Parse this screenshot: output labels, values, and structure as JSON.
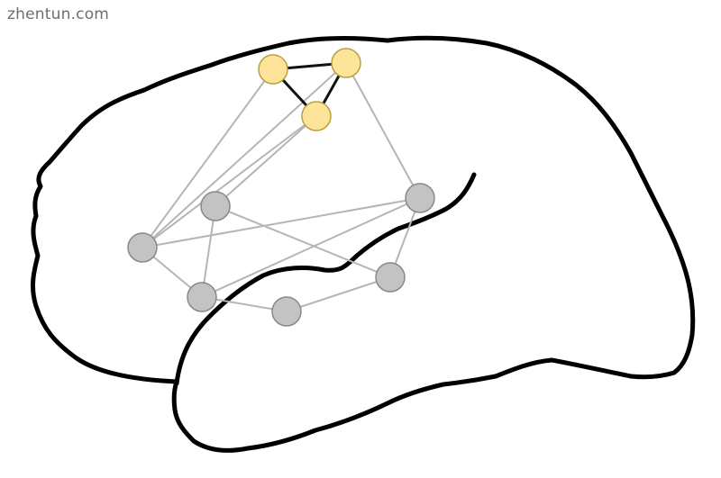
{
  "watermark": {
    "text": "zhentun.com"
  },
  "network": {
    "node_colors": {
      "core": "#fde49a",
      "peripheral": "#c3c3c3"
    },
    "nodes": [
      {
        "id": "y1",
        "group": "core"
      },
      {
        "id": "y2",
        "group": "core"
      },
      {
        "id": "y3",
        "group": "core"
      },
      {
        "id": "g1",
        "group": "peripheral"
      },
      {
        "id": "g2",
        "group": "peripheral"
      },
      {
        "id": "g3",
        "group": "peripheral"
      },
      {
        "id": "g4",
        "group": "peripheral"
      },
      {
        "id": "g5",
        "group": "peripheral"
      },
      {
        "id": "g6",
        "group": "peripheral"
      }
    ],
    "edges": [
      {
        "from": "y1",
        "to": "y2",
        "type": "strong"
      },
      {
        "from": "y1",
        "to": "y3",
        "type": "strong"
      },
      {
        "from": "y2",
        "to": "y3",
        "type": "strong"
      },
      {
        "from": "y1",
        "to": "g1",
        "type": "weak"
      },
      {
        "from": "y3",
        "to": "g1",
        "type": "weak"
      },
      {
        "from": "y3",
        "to": "g2",
        "type": "weak"
      },
      {
        "from": "y2",
        "to": "g1",
        "type": "weak"
      },
      {
        "from": "y2",
        "to": "g6",
        "type": "weak"
      },
      {
        "from": "g1",
        "to": "g6",
        "type": "weak"
      },
      {
        "from": "g1",
        "to": "g5",
        "type": "weak"
      },
      {
        "from": "g2",
        "to": "g5",
        "type": "weak"
      },
      {
        "from": "g2",
        "to": "g4",
        "type": "weak"
      },
      {
        "from": "g5",
        "to": "g6",
        "type": "weak"
      },
      {
        "from": "g4",
        "to": "g6",
        "type": "weak"
      },
      {
        "from": "g5",
        "to": "g3",
        "type": "weak"
      },
      {
        "from": "g3",
        "to": "g4",
        "type": "weak"
      }
    ]
  }
}
